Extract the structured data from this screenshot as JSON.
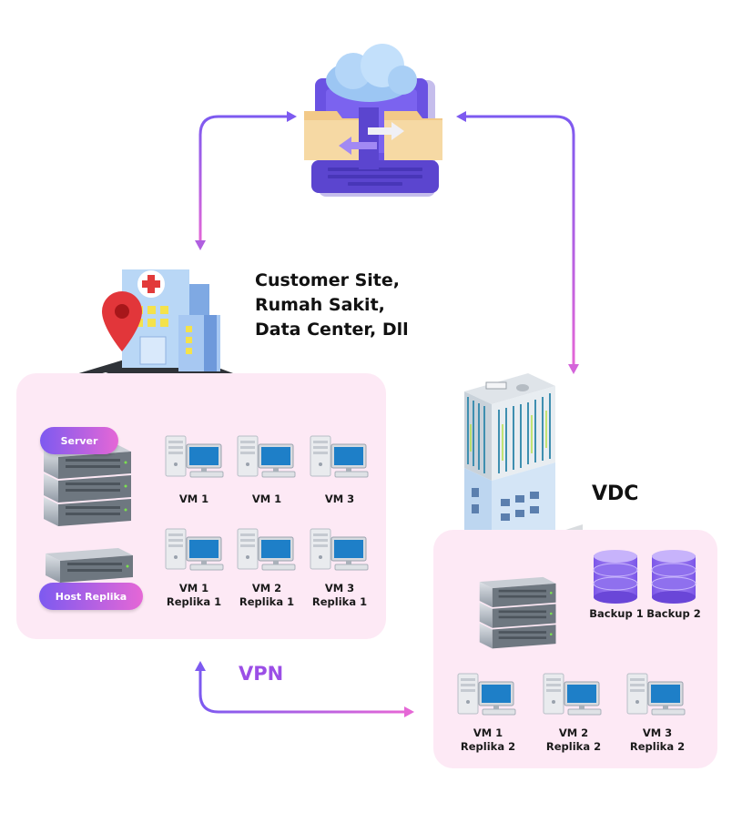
{
  "site": {
    "title_lines": [
      "Customer Site,",
      "Rumah Sakit,",
      "Data Center, Dll"
    ],
    "server_pill": "Server",
    "host_pill": "Host Replika",
    "vms": [
      {
        "line1": "VM 1",
        "line2": ""
      },
      {
        "line1": "VM 1",
        "line2": ""
      },
      {
        "line1": "VM 3",
        "line2": ""
      },
      {
        "line1": "VM 1",
        "line2": "Replika 1"
      },
      {
        "line1": "VM 2",
        "line2": "Replika 1"
      },
      {
        "line1": "VM 3",
        "line2": "Replika 1"
      }
    ]
  },
  "vdc": {
    "title": "VDC",
    "backups": [
      "Backup 1",
      "Backup 2"
    ],
    "vms": [
      {
        "line1": "VM 1",
        "line2": "Replika 2"
      },
      {
        "line1": "VM 2",
        "line2": "Replika 2"
      },
      {
        "line1": "VM 3",
        "line2": "Replika 2"
      }
    ]
  },
  "vpn_label": "VPN",
  "colors": {
    "panel": "#fde9f5",
    "accent_purple": "#7d5af0",
    "accent_pink": "#e567d6",
    "vpn_text": "#9b4ee6"
  }
}
